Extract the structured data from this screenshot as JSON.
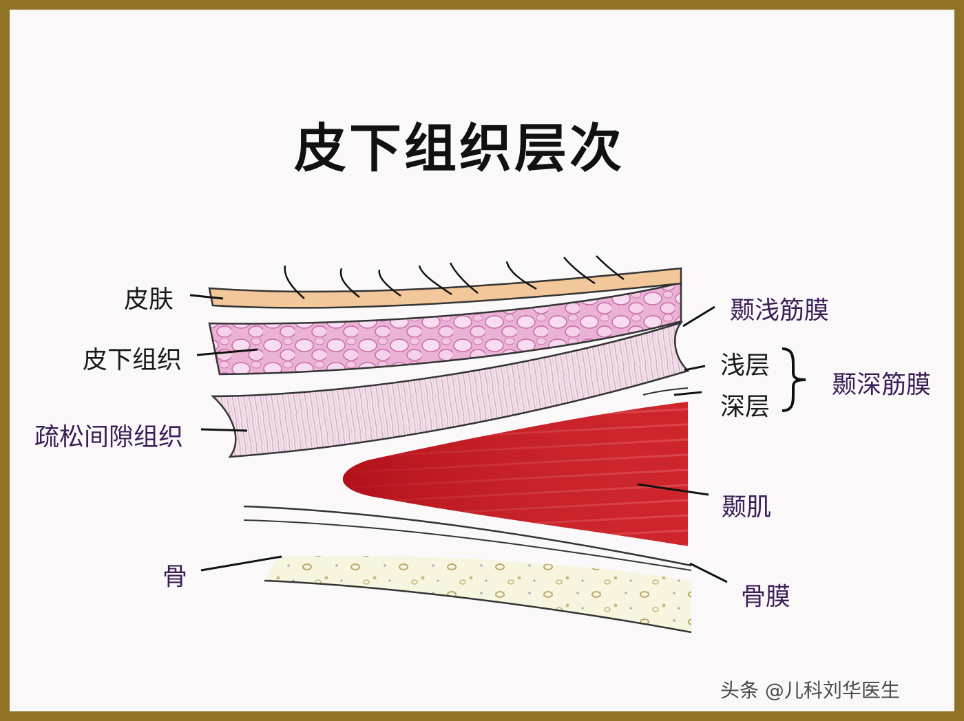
{
  "title": "皮下组织层次",
  "labels": {
    "skin": "皮肤",
    "subcutaneous": "皮下组织",
    "loose_areolar": "疏松间隙组织",
    "bone": "骨",
    "temporoparietal_fascia": "颞浅筋膜",
    "superficial_layer": "浅层",
    "deep_layer": "深层",
    "deep_temporal_fascia": "颞深筋膜",
    "temporalis_muscle": "颞肌",
    "periosteum": "骨膜"
  },
  "watermark": "头条 @儿科刘华医生",
  "colors": {
    "frame": "#8f7226",
    "background": "#fbf8fa",
    "skin": "#f2c79a",
    "subcutaneous": "#e9a8d2",
    "fascia": "#f0dbe6",
    "muscle": "#c8161c",
    "bone": "#f6f3dc"
  }
}
